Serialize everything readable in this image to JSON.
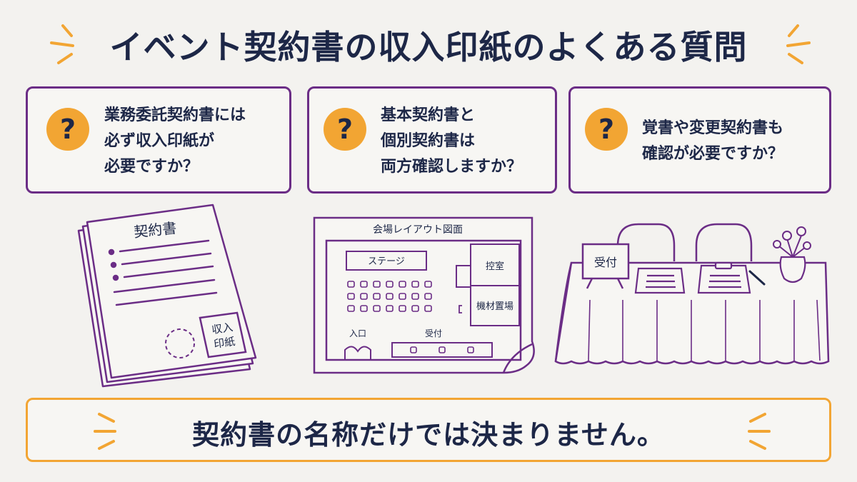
{
  "title": "イベント契約書の収入印紙のよくある質問",
  "questions": [
    {
      "icon": "question-icon",
      "line1": "業務委託契約書には",
      "line2": "必ず収入印紙が",
      "line3": "必要ですか？"
    },
    {
      "icon": "question-icon",
      "line1": "基本契約書と",
      "line2": "個別契約書は",
      "line3": "両方確認しますか？"
    },
    {
      "icon": "question-icon",
      "line1": "覚書や変更契約書も",
      "line2": "確認が必要ですか？"
    }
  ],
  "question_mark": "?",
  "contract_illustration": {
    "heading": "契約書",
    "stamp_line1": "収入",
    "stamp_line2": "印紙"
  },
  "venue_layout": {
    "heading": "会場レイアウト図面",
    "stage": "ステージ",
    "waiting_room": "控室",
    "equipment_area": "機材置場",
    "entrance": "入口",
    "reception": "受付"
  },
  "reception_desk": {
    "sign": "受付"
  },
  "conclusion": "契約書の名称だけでは決まりません。",
  "colors": {
    "purple": "#6b2d86",
    "orange": "#f2a533",
    "navy": "#1d2747",
    "background": "#f3f2ef"
  }
}
